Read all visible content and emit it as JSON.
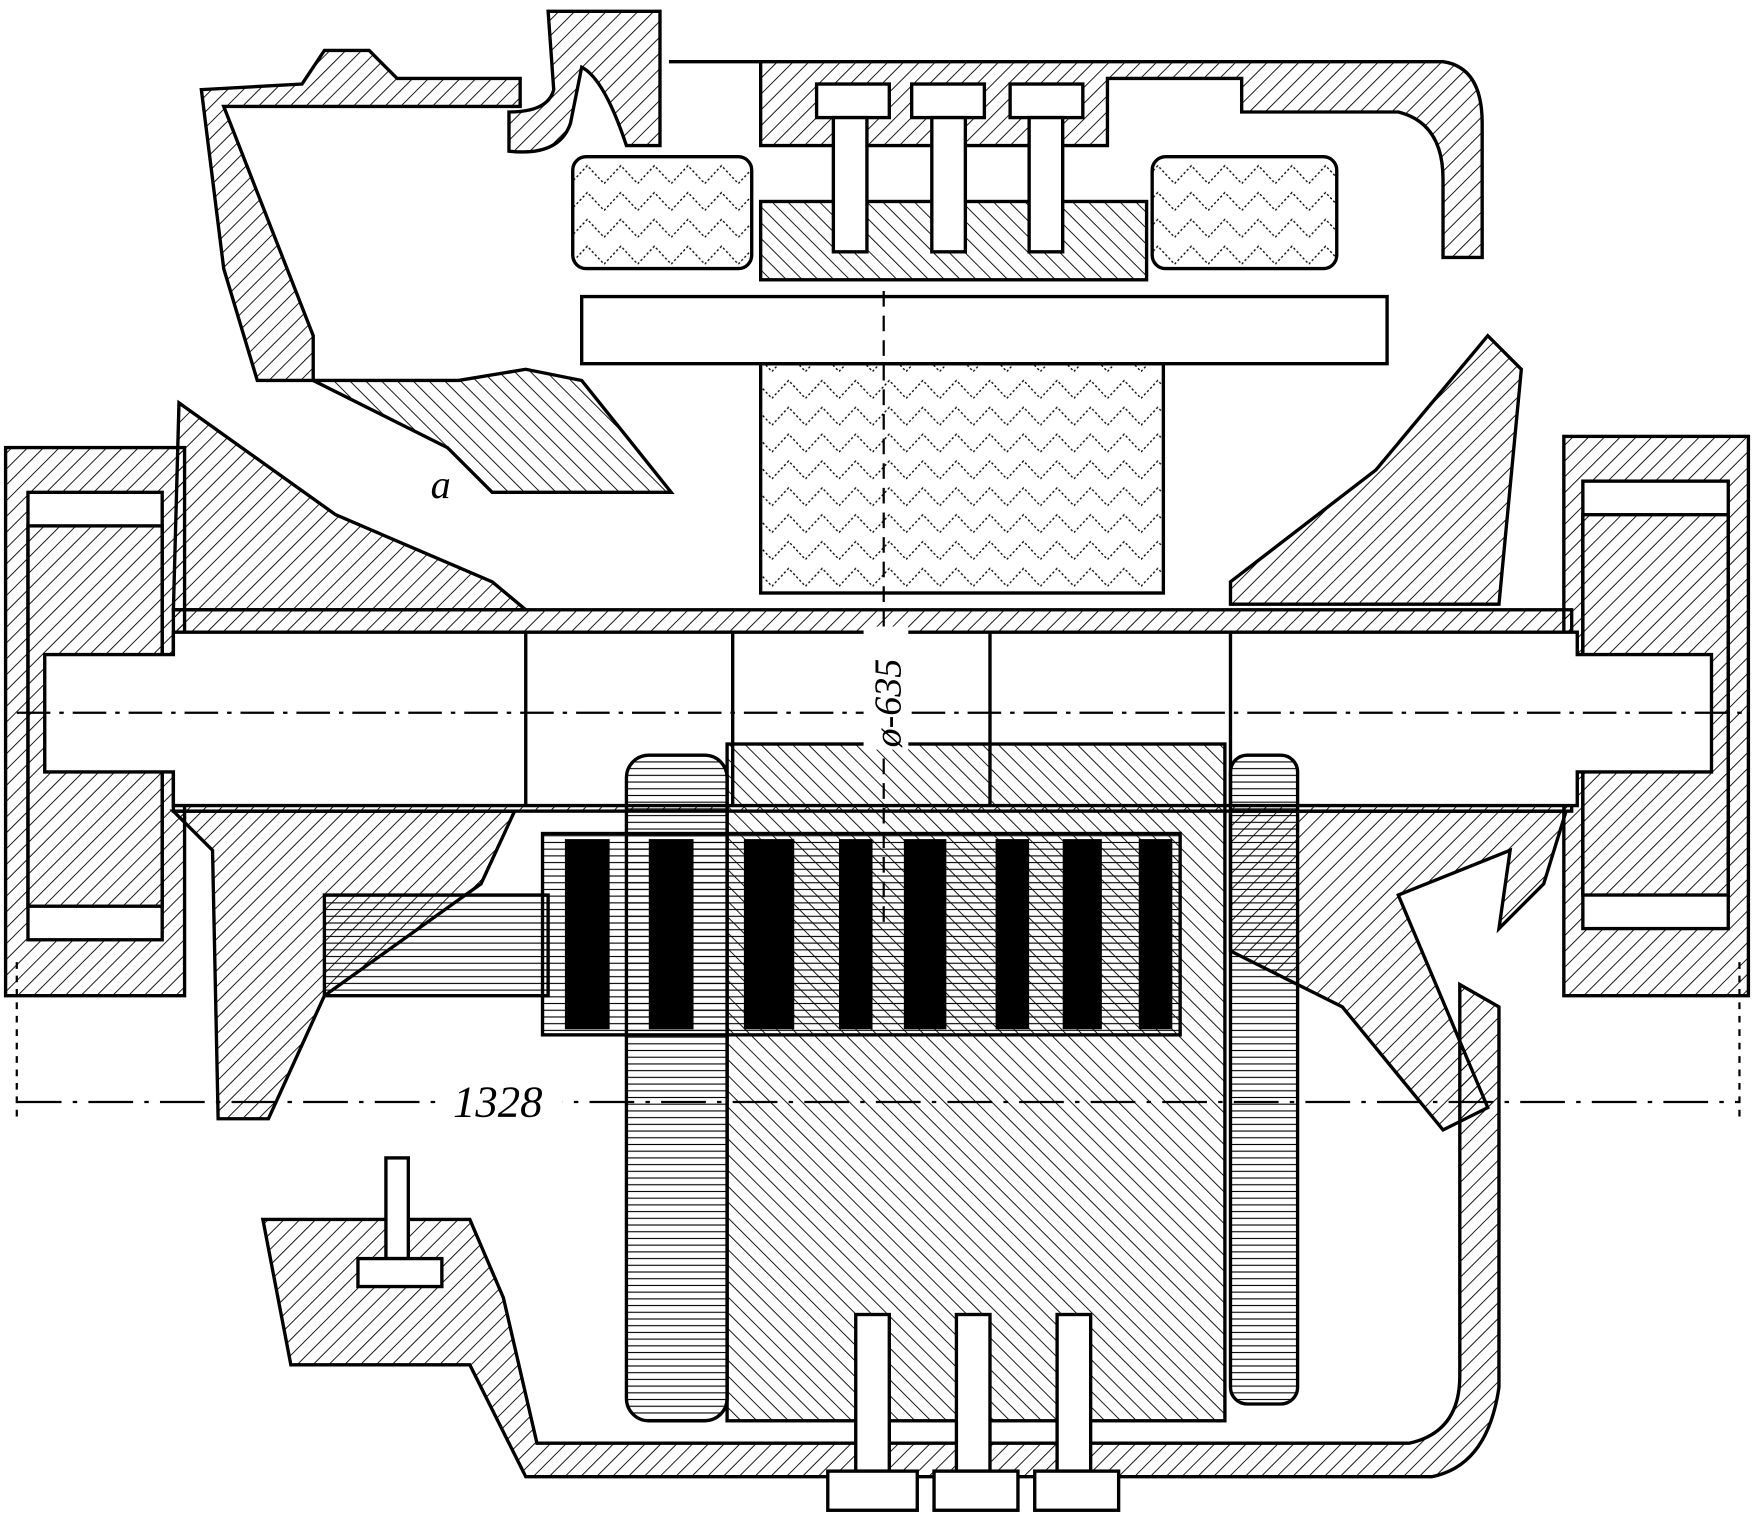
{
  "drawing": {
    "labels": {
      "part_a": "a",
      "diameter": "ø-635",
      "overall_length": "1328"
    },
    "colors": {
      "ink": "#000000",
      "paper": "#ffffff"
    }
  }
}
